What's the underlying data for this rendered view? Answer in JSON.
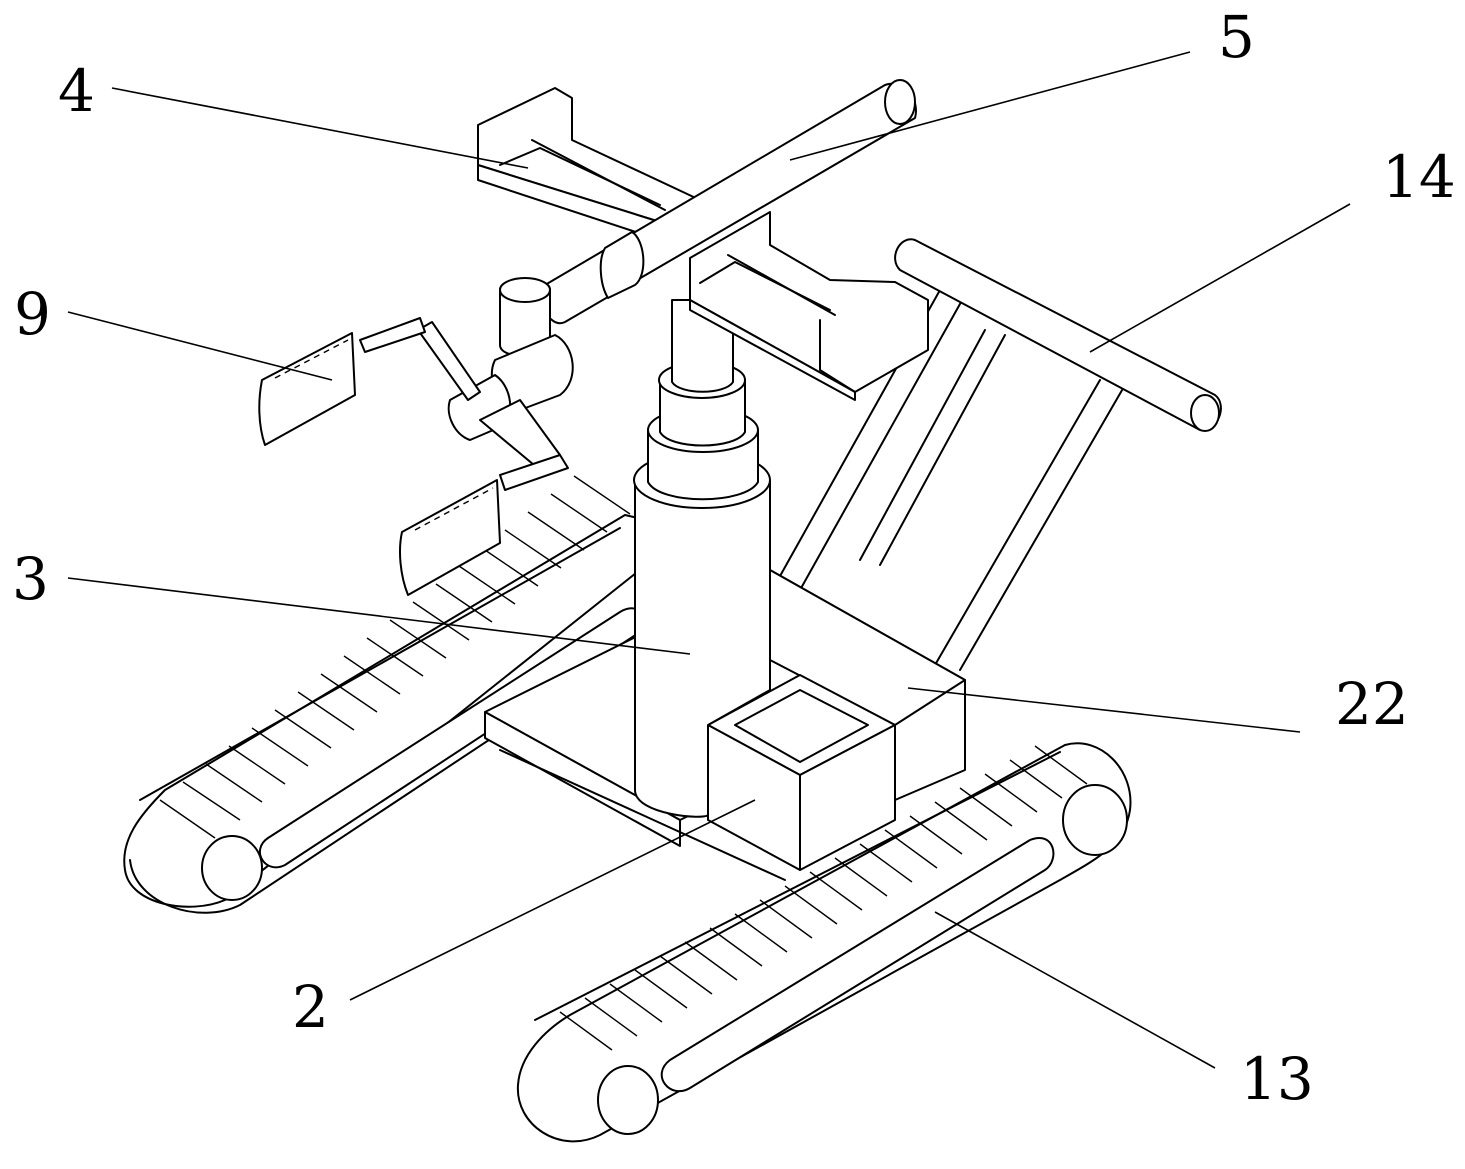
{
  "figure": {
    "background_color": "#ffffff",
    "line_color": "#000000",
    "reference_labels": [
      {
        "id": "label-4",
        "text": "4"
      },
      {
        "id": "label-5",
        "text": "5"
      },
      {
        "id": "label-14",
        "text": "14"
      },
      {
        "id": "label-9",
        "text": "9"
      },
      {
        "id": "label-3",
        "text": "3"
      },
      {
        "id": "label-22",
        "text": "22"
      },
      {
        "id": "label-2",
        "text": "2"
      },
      {
        "id": "label-13",
        "text": "13"
      }
    ]
  }
}
